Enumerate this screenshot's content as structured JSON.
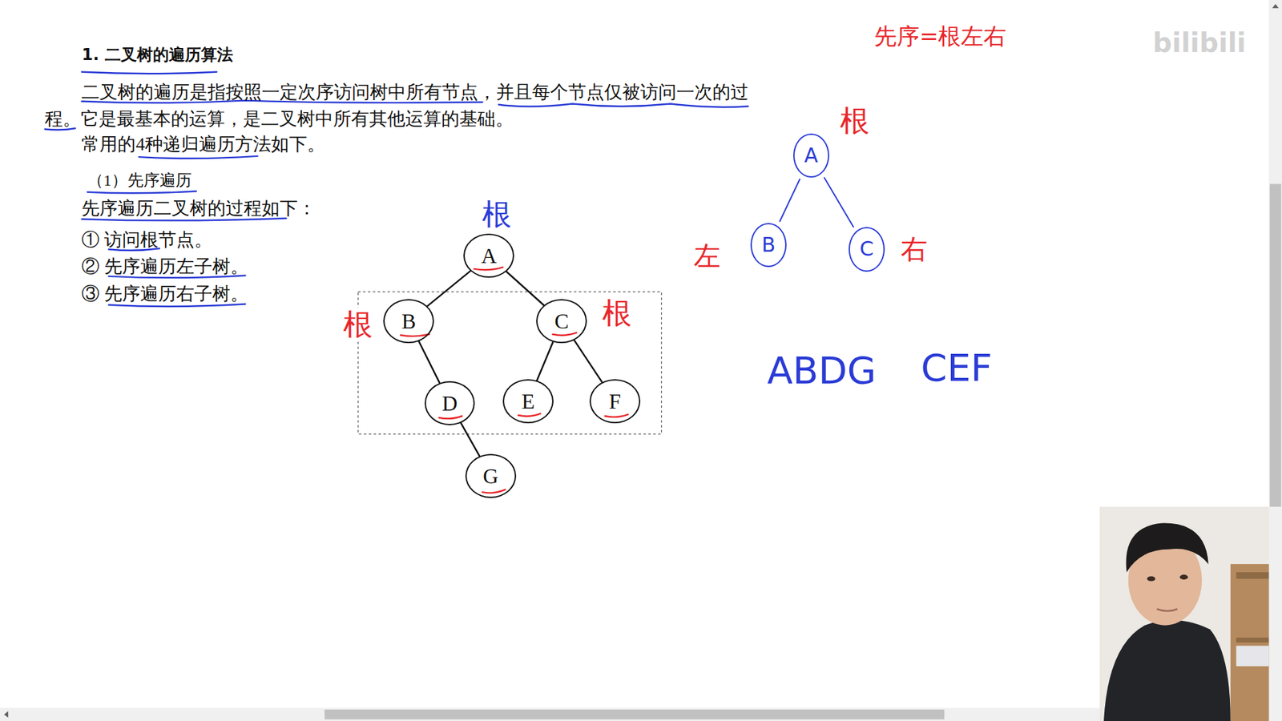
{
  "diagram": {
    "title": "1. 二叉树的遍历算法",
    "nodes": [
      {
        "text": [
          "A"
        ]
      },
      {
        "text": [
          "B"
        ]
      },
      {
        "text": [
          "C"
        ]
      },
      {
        "text": [
          "D"
        ]
      },
      {
        "text": [
          "E"
        ]
      },
      {
        "text": [
          "F"
        ]
      },
      {
        "text": [
          "G"
        ]
      },
      {
        "text": [
          "A"
        ]
      },
      {
        "text": [
          "B"
        ]
      },
      {
        "text": [
          "C"
        ]
      }
    ],
    "edges": [
      {
        "from": 0,
        "to": 1,
        "arrow": "none"
      },
      {
        "from": 0,
        "to": 2,
        "arrow": "none"
      },
      {
        "from": 1,
        "to": 3,
        "arrow": "none"
      },
      {
        "from": 2,
        "to": 4,
        "arrow": "none"
      },
      {
        "from": 2,
        "to": 5,
        "arrow": "none"
      },
      {
        "from": 3,
        "to": 6,
        "arrow": "none"
      },
      {
        "from": 7,
        "to": 8,
        "arrow": "none"
      },
      {
        "from": 7,
        "to": 9,
        "arrow": "none"
      }
    ],
    "labels": [
      "二叉树的遍历是指按照一定次序访问树中所有节点，并且每个节点仅被访问一次的过程。它是最基本的运算，是二叉树中所有其他运算的基础。",
      "常用的4种递归遍历方法如下。",
      "（1）先序遍历",
      "先序遍历二叉树的过程如下：",
      "① 访问根节点。",
      "② 先序遍历左子树。",
      "③ 先序遍历右子树。",
      "根",
      "根",
      "根",
      "先序=根左右",
      "根",
      "左",
      "右",
      "ABDG",
      "CEF",
      "bilibili"
    ]
  }
}
